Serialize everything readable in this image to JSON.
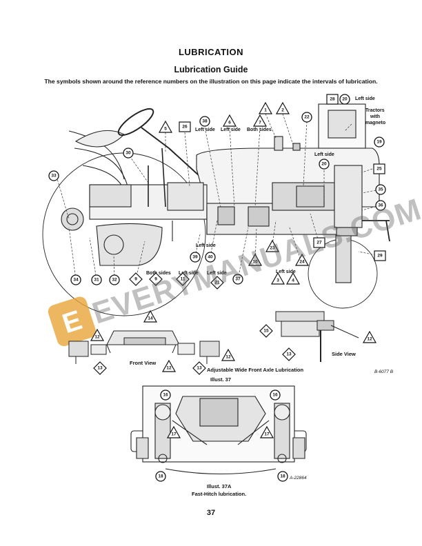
{
  "page": {
    "heading": "LUBRICATION",
    "subheading": "Lubrication Guide",
    "intro": "The symbols shown around the reference numbers on the illustration on this page indicate the intervals of lubrication.",
    "page_number": "37"
  },
  "illustration_37": {
    "caption": "Illust. 37",
    "code": "B-6077 B",
    "labels": {
      "left_side_top": "Left side",
      "tractors_magneto": [
        "Tractors",
        "with",
        "magneto"
      ],
      "left_side_a": "Left side",
      "left_side_b": "Left side",
      "both_sides_top": "Both sides",
      "left_side_mid": "Left side",
      "left_side_c": "Left side",
      "left_side_d": "Left side",
      "both_sides_bottom": "Both sides",
      "left_side_e": "Left side",
      "left_side_f": "Left side"
    },
    "callouts": {
      "c1": "1",
      "c2": "2",
      "c3": "3",
      "c4": "4",
      "c5": "5",
      "c6": "6",
      "c7": "7",
      "c9": "9",
      "c10": "10",
      "c11": "11",
      "c19": "19",
      "c20": "20",
      "c21": "21",
      "c22": "22",
      "c23": "23",
      "c24": "24",
      "c25": "25",
      "c26": "26",
      "c27": "27",
      "c28": "28",
      "c29": "29",
      "c30": "30",
      "c31": "31",
      "c32": "32",
      "c33": "33",
      "c34": "34",
      "c35": "35",
      "c36": "36",
      "c37": "37",
      "c38": "38",
      "c39": "39",
      "c40": "40"
    }
  },
  "axle": {
    "caption": "Adjustable Wide Front Axle Lubrication",
    "front_view": "Front View",
    "side_view": "Side View",
    "callouts": {
      "c12": "12",
      "c13": "13",
      "c14": "14",
      "c15": "15"
    }
  },
  "illustration_37a": {
    "caption_1": "Illust. 37A",
    "caption_2": "Fast-Hitch lubrication.",
    "code": "A-22864",
    "callouts": {
      "c16": "16",
      "c17": "17",
      "c18": "18"
    }
  },
  "watermark": {
    "text": "EVERYMANUALS.COM",
    "letter": "E",
    "color": "#e8a53a"
  }
}
